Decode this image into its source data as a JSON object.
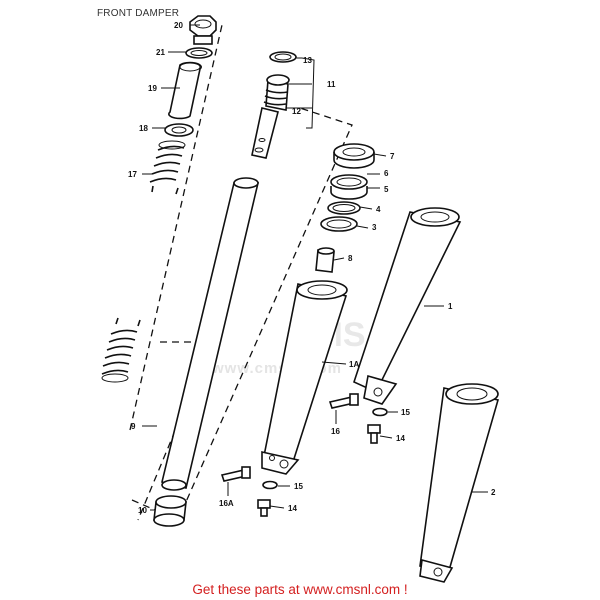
{
  "title": "FRONT DAMPER",
  "footer": "Get these parts at www.cmsnl.com !",
  "watermark": {
    "brand": "CMS",
    "url": "www.cmsnl.com"
  },
  "callouts": [
    {
      "id": "c20",
      "label": "20"
    },
    {
      "id": "c21",
      "label": "21"
    },
    {
      "id": "c19",
      "label": "19"
    },
    {
      "id": "c18",
      "label": "18"
    },
    {
      "id": "c17",
      "label": "17"
    },
    {
      "id": "c13",
      "label": "13"
    },
    {
      "id": "c11",
      "label": "11"
    },
    {
      "id": "c12",
      "label": "12"
    },
    {
      "id": "c7",
      "label": "7"
    },
    {
      "id": "c6",
      "label": "6"
    },
    {
      "id": "c5",
      "label": "5"
    },
    {
      "id": "c4",
      "label": "4"
    },
    {
      "id": "c3",
      "label": "3"
    },
    {
      "id": "c8",
      "label": "8"
    },
    {
      "id": "c1",
      "label": "1"
    },
    {
      "id": "c1A",
      "label": "1A"
    },
    {
      "id": "c9",
      "label": "9"
    },
    {
      "id": "c15a",
      "label": "15"
    },
    {
      "id": "c16",
      "label": "16"
    },
    {
      "id": "c14a",
      "label": "14"
    },
    {
      "id": "c2",
      "label": "2"
    },
    {
      "id": "c16A",
      "label": "16A"
    },
    {
      "id": "c15b",
      "label": "15"
    },
    {
      "id": "c14b",
      "label": "14"
    },
    {
      "id": "c10",
      "label": "10"
    }
  ]
}
